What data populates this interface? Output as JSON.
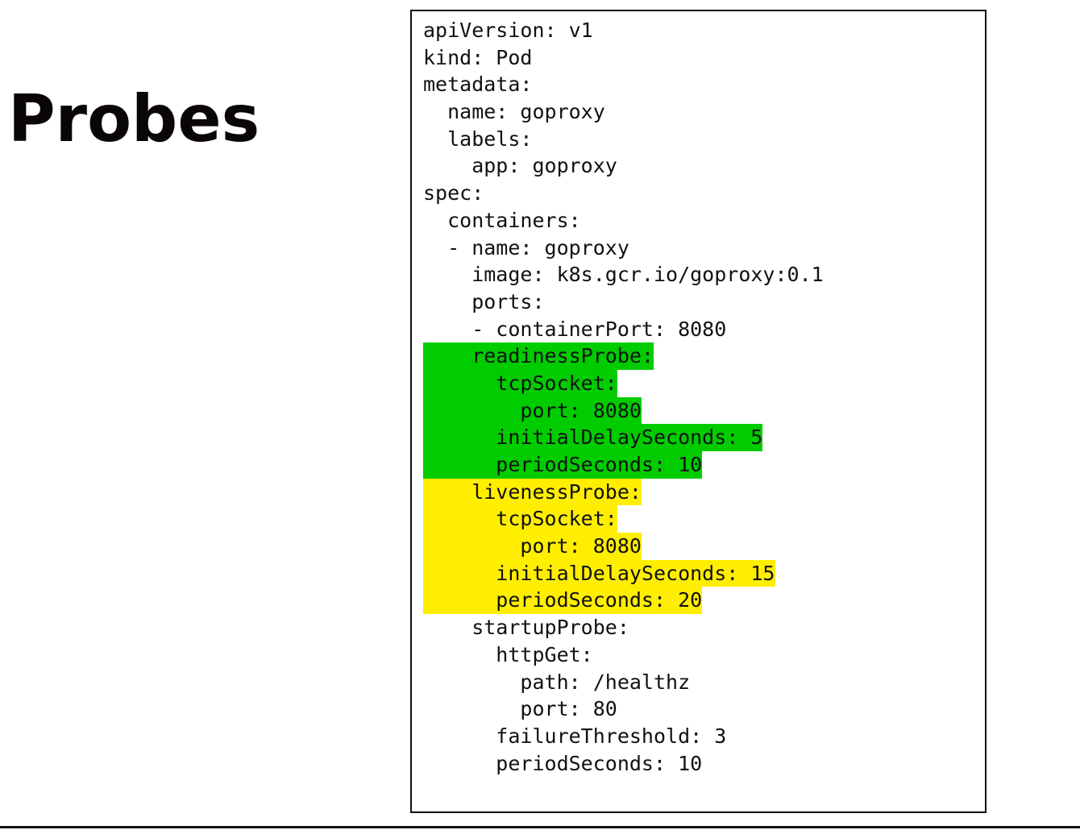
{
  "slide": {
    "title": "Probes"
  },
  "colors": {
    "readiness_highlight": "#00cc00",
    "liveness_highlight": "#ffee00",
    "text": "#111111",
    "border": "#111111"
  },
  "code": {
    "lines": [
      {
        "text": "apiVersion: v1",
        "highlight": "none"
      },
      {
        "text": "kind: Pod",
        "highlight": "none"
      },
      {
        "text": "metadata:",
        "highlight": "none"
      },
      {
        "text": "  name: goproxy",
        "highlight": "none"
      },
      {
        "text": "  labels:",
        "highlight": "none"
      },
      {
        "text": "    app: goproxy",
        "highlight": "none"
      },
      {
        "text": "spec:",
        "highlight": "none"
      },
      {
        "text": "  containers:",
        "highlight": "none"
      },
      {
        "text": "  - name: goproxy",
        "highlight": "none"
      },
      {
        "text": "    image: k8s.gcr.io/goproxy:0.1",
        "highlight": "none"
      },
      {
        "text": "    ports:",
        "highlight": "none"
      },
      {
        "text": "    - containerPort: 8080",
        "highlight": "none"
      },
      {
        "text": "    readinessProbe:",
        "highlight": "green"
      },
      {
        "text": "      tcpSocket:",
        "highlight": "green"
      },
      {
        "text": "        port: 8080",
        "highlight": "green"
      },
      {
        "text": "      initialDelaySeconds: 5",
        "highlight": "green"
      },
      {
        "text": "      periodSeconds: 10",
        "highlight": "green"
      },
      {
        "text": "    livenessProbe:",
        "highlight": "yellow"
      },
      {
        "text": "      tcpSocket:",
        "highlight": "yellow"
      },
      {
        "text": "        port: 8080",
        "highlight": "yellow"
      },
      {
        "text": "      initialDelaySeconds: 15",
        "highlight": "yellow"
      },
      {
        "text": "      periodSeconds: 20",
        "highlight": "yellow"
      },
      {
        "text": "    startupProbe:",
        "highlight": "none"
      },
      {
        "text": "      httpGet:",
        "highlight": "none"
      },
      {
        "text": "        path: /healthz",
        "highlight": "none"
      },
      {
        "text": "        port: 80",
        "highlight": "none"
      },
      {
        "text": "      failureThreshold: 3",
        "highlight": "none"
      },
      {
        "text": "      periodSeconds: 10",
        "highlight": "none"
      }
    ]
  }
}
